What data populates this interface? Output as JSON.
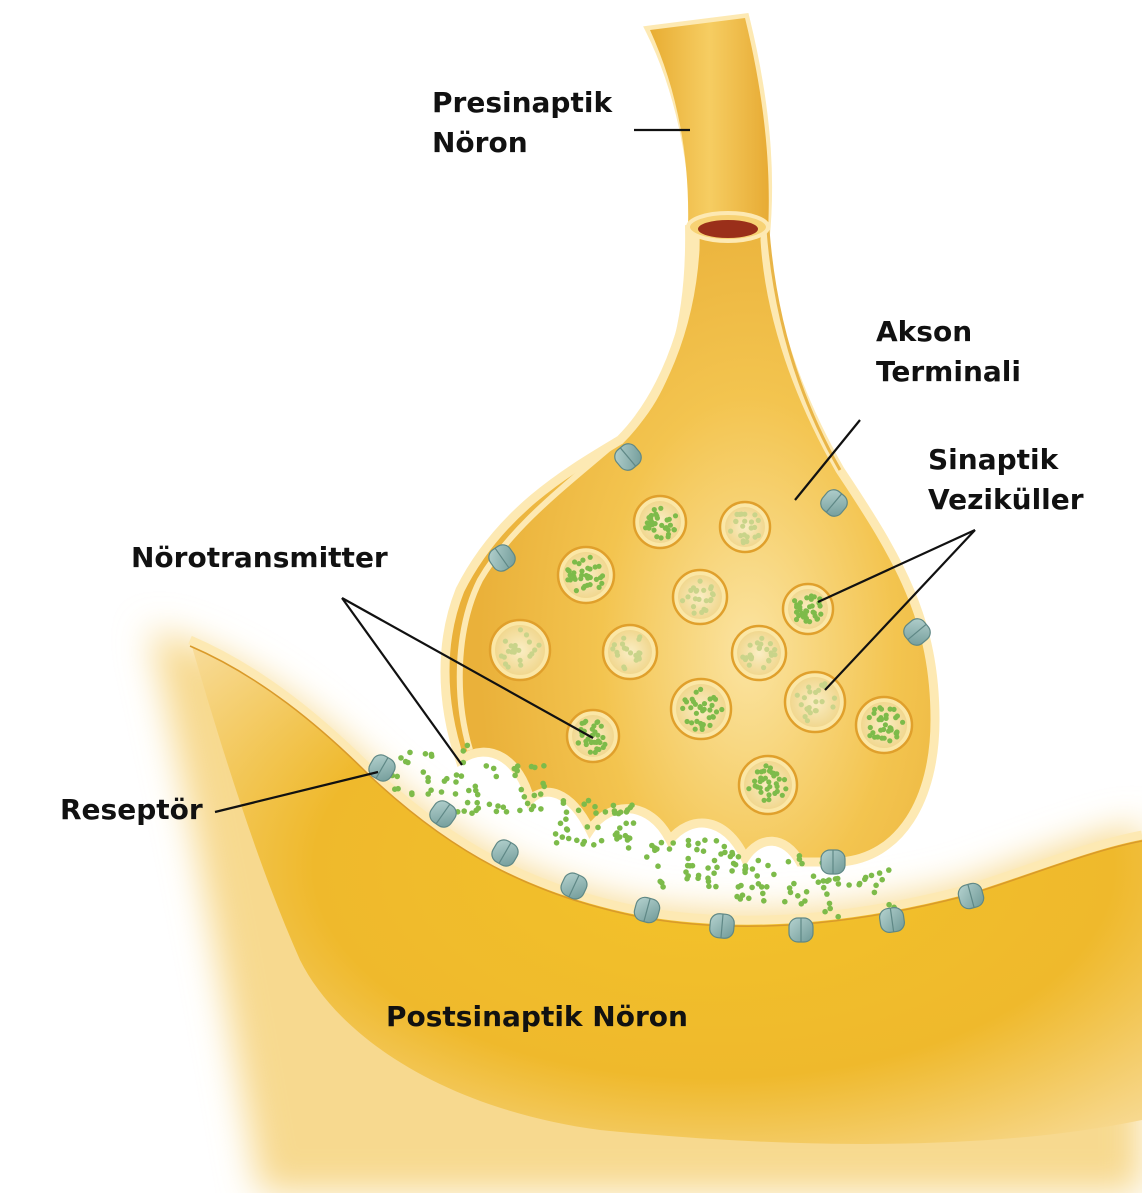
{
  "labels": {
    "presynaptic_line1": "Presinaptik",
    "presynaptic_line2": "Nöron",
    "axon_line1": "Akson",
    "axon_line2": "Terminali",
    "vesicles_line1": "Sinaptik",
    "vesicles_line2": "Veziküller",
    "neurotransmitter": "Nörotransmitter",
    "receptor": "Reseptör",
    "postsynaptic": "Postsinaptik Nöron"
  },
  "colors": {
    "neuron_fill": "#f2b83a",
    "neuron_light": "#fbe7a6",
    "membrane": "#fde9b3",
    "vesicle_ring": "#e0a02c",
    "neurotransmitter": "#7dbb4a",
    "receptor": "#8fb5b3",
    "axon_lumen": "#9a2f1a"
  }
}
